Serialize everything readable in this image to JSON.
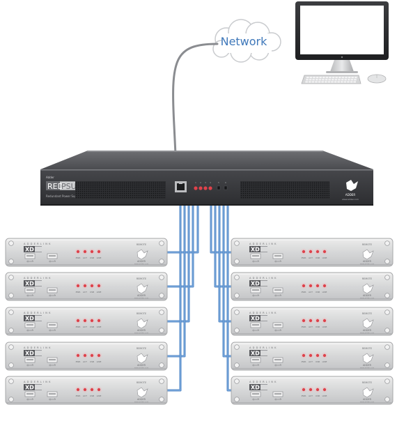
{
  "network": {
    "label": "Network"
  },
  "hub": {
    "maker": "Adder",
    "brand_left": "RED",
    "brand_right": "PSU",
    "subtitle": "Redundant Power Supply",
    "logo_text": "ADDER",
    "url": "www.adder.com",
    "led_labels": [
      "1",
      "2",
      "3",
      "4",
      "5",
      "6"
    ]
  },
  "unit": {
    "brand": "ADDERLINK",
    "model": "XD",
    "label": "REMOTE",
    "status_labels": [
      "PWR",
      "ACT",
      "USB",
      "LINE"
    ],
    "logo_text": "ADDER",
    "url": "www.adder.com"
  },
  "colors": {
    "cable": "#4f86c6",
    "cable_highlight": "#8cb6e4",
    "led": "#e0424b",
    "network_cable": "#8a8c90",
    "chassis": "#3a3b3e",
    "unit_body": "#d9dadb"
  }
}
